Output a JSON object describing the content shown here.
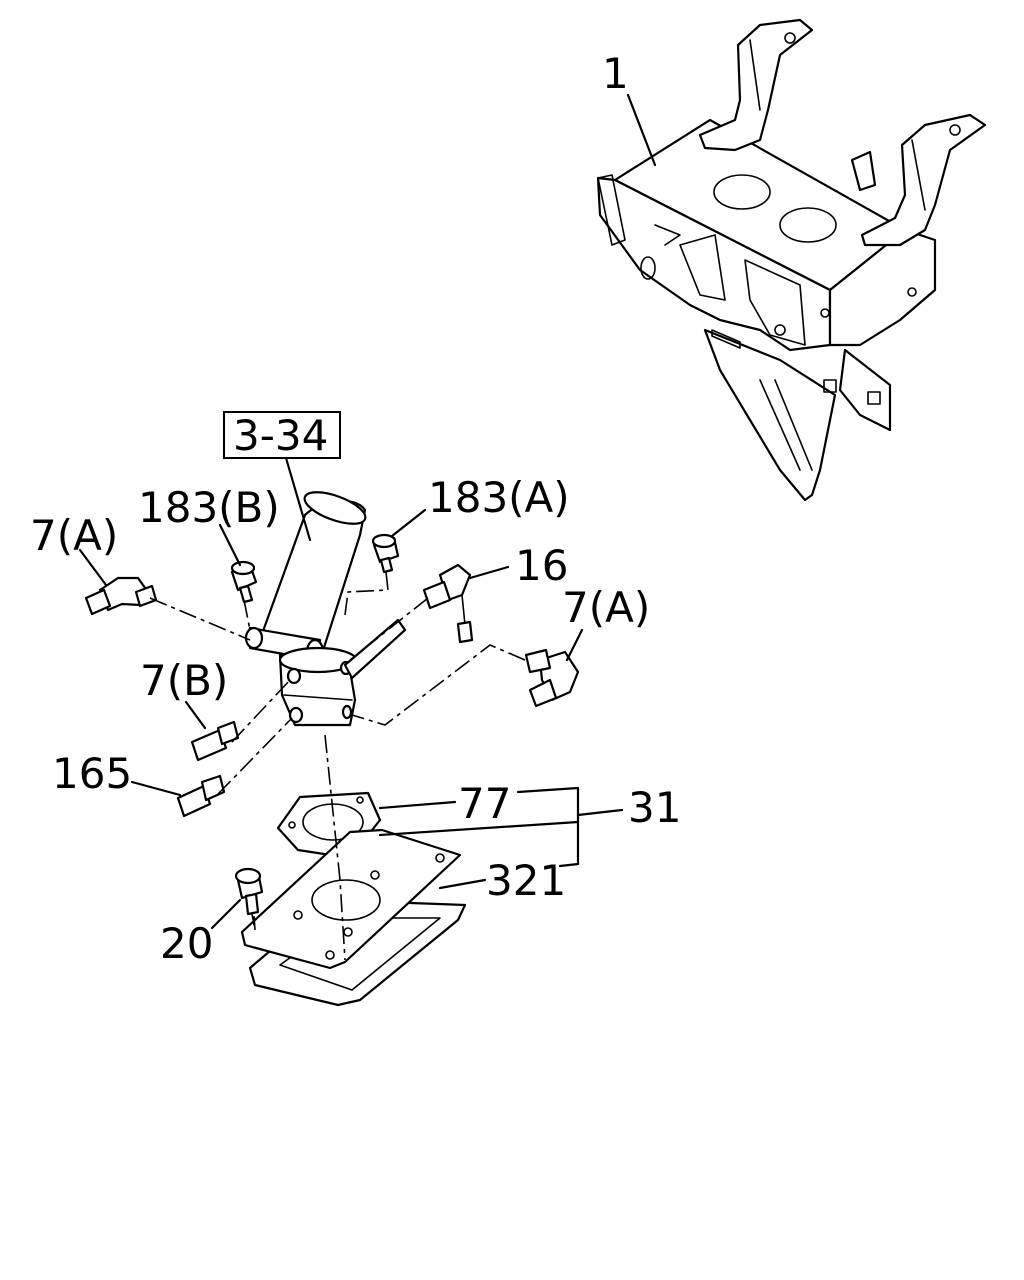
{
  "labels": {
    "part_1": "1",
    "ref_box": "3-34",
    "part_183b": "183(B)",
    "part_183a": "183(A)",
    "part_7a_left": "7(A)",
    "part_16": "16",
    "part_7a_right": "7(A)",
    "part_7b": "7(B)",
    "part_165": "165",
    "part_77": "77",
    "part_31": "31",
    "part_321": "321",
    "part_20": "20"
  }
}
